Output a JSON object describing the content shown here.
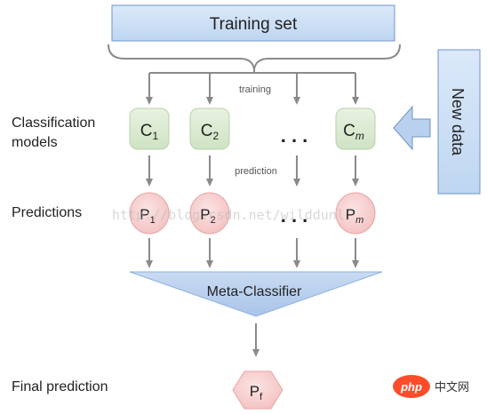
{
  "training_set_label": "Training set",
  "new_data_label": "New data",
  "row_labels": {
    "models_line1": "Classification",
    "models_line2": "models",
    "predictions": "Predictions",
    "final": "Final prediction"
  },
  "edge_labels": {
    "training": "training",
    "prediction": "prediction"
  },
  "classifiers": [
    {
      "base": "C",
      "sub": "1"
    },
    {
      "base": "C",
      "sub": "2"
    },
    {
      "base": "C",
      "sub": "m"
    }
  ],
  "predictions": [
    {
      "base": "P",
      "sub": "1"
    },
    {
      "base": "P",
      "sub": "2"
    },
    {
      "base": "P",
      "sub": "m"
    }
  ],
  "ellipsis": ". . .",
  "meta_classifier_label": "Meta-Classifier",
  "final_node": {
    "base": "P",
    "sub": "f"
  },
  "watermark": "http://blog.csdn.net/wilddunl",
  "logo": {
    "php": "php",
    "cn": "中文网"
  },
  "colors": {
    "box_blue": "#cfe2f7",
    "box_blue_border": "#6f94c7",
    "model_green": "#dcebd3",
    "model_green_border": "#b9d2aa",
    "pred_pink": "#f7d2d2",
    "pred_pink_border": "#e8a4a4",
    "meta_blue": "#bfd4ef",
    "arrow_gray": "#8a8a8a",
    "arrow_blue": "#b9d0ee"
  }
}
